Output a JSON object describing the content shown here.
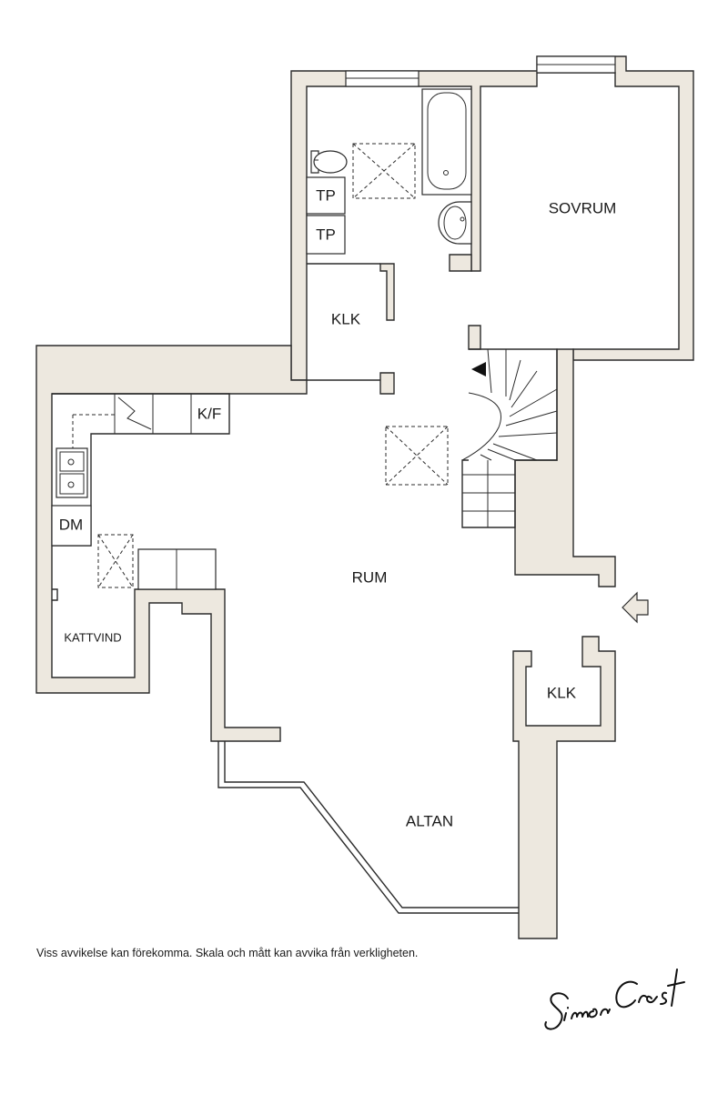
{
  "plan": {
    "rooms": {
      "sovrum": "SOVRUM",
      "klk_upper": "KLK",
      "klk_lower": "KLK",
      "tp1": "TP",
      "tp2": "TP",
      "kf": "K/F",
      "dm": "DM",
      "kattvind": "KATTVIND",
      "rum": "RUM",
      "altan": "ALTAN"
    },
    "colors": {
      "wall_fill": "#ede8df",
      "line": "#2b2b2b"
    },
    "icons": [
      "entrance-arrow-icon",
      "stair-direction-arrow-icon",
      "toilet-icon",
      "bathtub-icon",
      "sink-icon",
      "kitchen-sink-icon"
    ]
  },
  "disclaimer": "Viss avvikelse kan förekomma. Skala och mått kan avvika från verkligheten.",
  "logo": "Simon Crest"
}
